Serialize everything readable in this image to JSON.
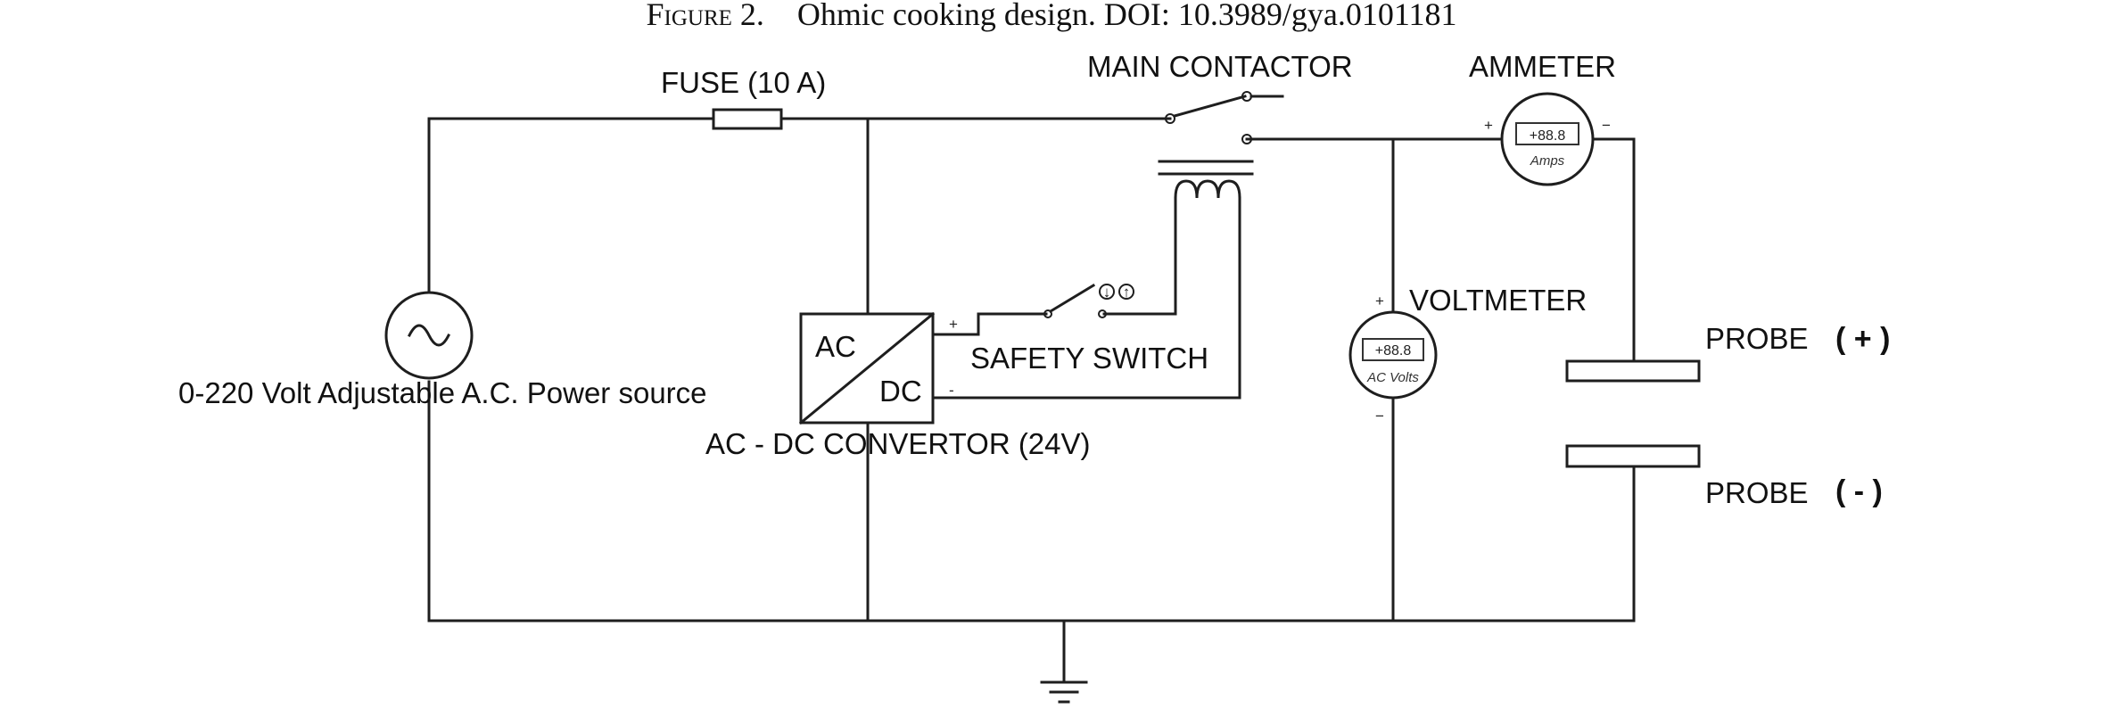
{
  "caption": {
    "figure_prefix": "Figure 2.",
    "title": "Ohmic cooking design. DOI: 10.3989/gya.0101181"
  },
  "labels": {
    "fuse": "FUSE (10 A)",
    "main_contactor": "MAIN CONTACTOR",
    "ammeter": "AMMETER",
    "voltmeter": "VOLTMETER",
    "power_source": "0-220  Volt Adjustable A.C. Power source",
    "safety_switch": "SAFETY SWITCH",
    "converter": "AC - DC CONVERTOR (24V)",
    "converter_ac": "AC",
    "converter_dc": "DC",
    "probe_pos": "PROBE",
    "probe_pos_sign": "( + )",
    "probe_neg": "PROBE",
    "probe_neg_sign": "( - )"
  },
  "ammeter": {
    "reading": "+88.8",
    "unit": "Amps",
    "plus": "+",
    "minus": "−"
  },
  "voltmeter": {
    "reading": "+88.8",
    "unit": "AC Volts",
    "plus": "+",
    "minus": "−"
  },
  "converter_terminals": {
    "plus": "+",
    "minus": "-"
  }
}
